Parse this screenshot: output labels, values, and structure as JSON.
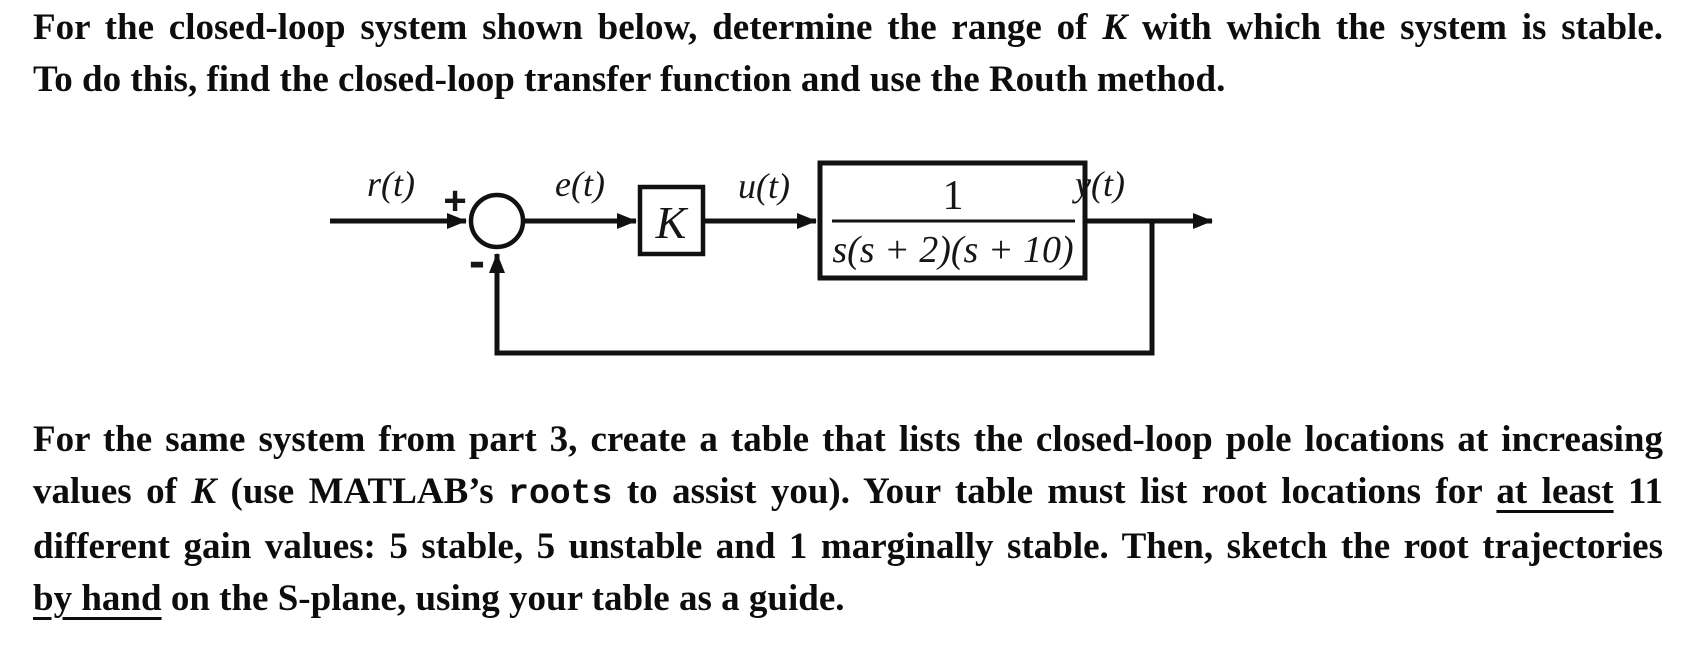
{
  "problem1": {
    "line1": {
      "pre": "For the closed-loop system shown below, determine the range of ",
      "k": "K",
      "post": " with which the system is stable."
    },
    "line2": "To do this, find the closed-loop transfer function and use the Routh method."
  },
  "diagram": {
    "signals": {
      "input": "r(t)",
      "error": "e(t)",
      "control": "u(t)",
      "output": "y(t)"
    },
    "summing_junction": {
      "plus": "+",
      "minus": "-"
    },
    "gain_block": {
      "label": "K"
    },
    "plant_block": {
      "numerator": "1",
      "denominator": "s(s + 2)(s + 10)"
    },
    "line_color": "#111111"
  },
  "problem2": {
    "line1": "For the same system from part 3, create a table that lists the closed-loop pole locations at increasing",
    "line2": {
      "pre": "values of ",
      "k": "K",
      "mid1": " (use MATLAB’s ",
      "code": "roots",
      "mid2": " to assist you). Your table must list root locations for ",
      "underlined": "at least",
      "post": " 11"
    },
    "line3": "different gain values: 5 stable, 5 unstable and 1 marginally stable. Then, sketch the root trajectories",
    "line4": {
      "underlined": "by hand",
      "post": " on the S-plane, using your table as a guide."
    }
  }
}
